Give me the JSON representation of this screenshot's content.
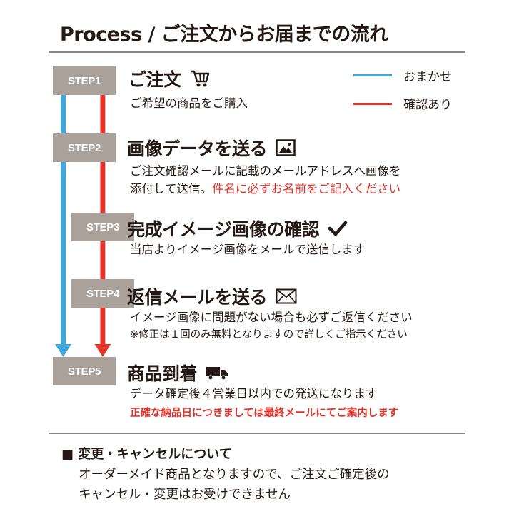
{
  "header": {
    "title": "Process / ご注文からお届までの流れ"
  },
  "legend": [
    {
      "label": "おまかせ",
      "color": "#3fa9dd"
    },
    {
      "label": "確認あり",
      "color": "#e5332a"
    }
  ],
  "steps": [
    {
      "badge": "STEP1",
      "title": "ご注文",
      "icon": "shopping-cart-icon",
      "lines": [
        "ご希望の商品をご購入"
      ]
    },
    {
      "badge": "STEP2",
      "title": "画像データを送る",
      "icon": "image-icon",
      "lines": [
        "ご注文確認メールに記載のメールアドレスへ画像を"
      ],
      "line2_plain": "添付して送信。",
      "line2_red": "件名に必ずお名前をご記入ください"
    },
    {
      "badge": "STEP3",
      "title": "完成イメージ画像の確認",
      "icon": "checkmark-icon",
      "lines": [
        "当店よりイメージ画像をメールで送信します"
      ]
    },
    {
      "badge": "STEP4",
      "title": "返信メールを送る",
      "icon": "envelope-icon",
      "lines": [
        "イメージ画像に問題がない場合も必ずご返信ください"
      ],
      "note": "※修正は１回のみ無料となりますので詳しくご指示ください"
    },
    {
      "badge": "STEP5",
      "title": "商品到着",
      "icon": "truck-icon",
      "lines": [
        "データ確定後４営業日以内での発送になります"
      ],
      "red_line": "正確な納品日につきましては最終メールにてご案内します"
    }
  ],
  "notice": {
    "heading": "■ 変更・キャンセルについて",
    "lines": [
      "オーダーメイド商品となりますので、ご注文ご確定後の",
      "キャンセル・変更はお受けできません"
    ]
  }
}
